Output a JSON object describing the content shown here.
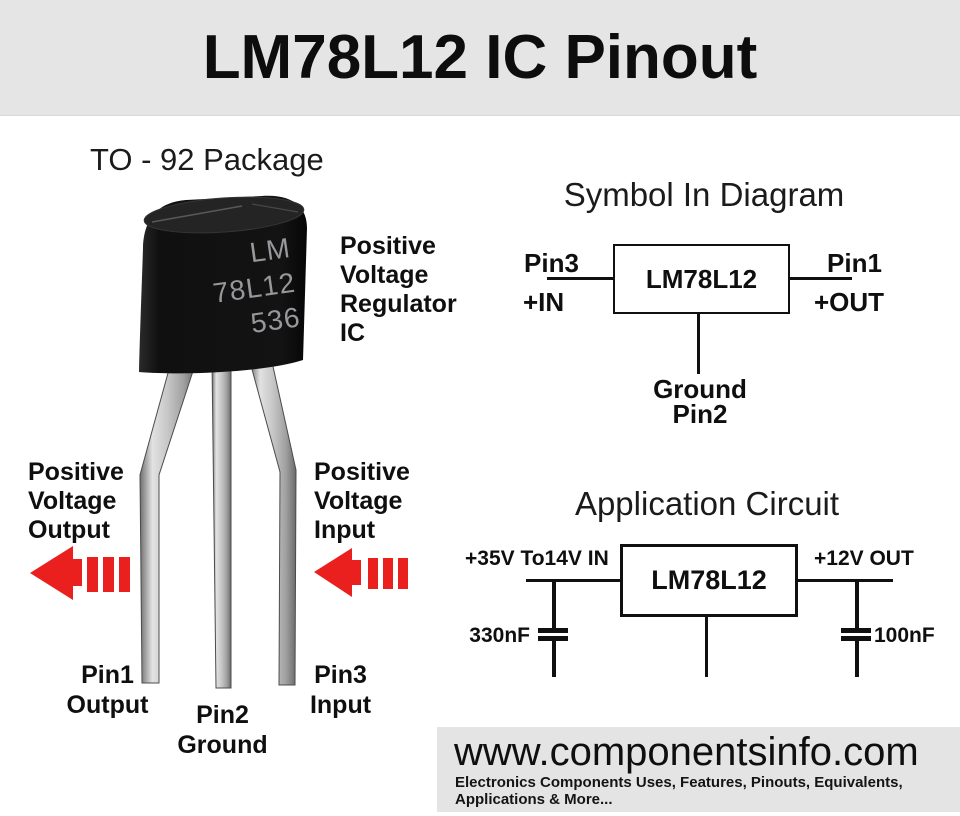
{
  "page": {
    "title": "LM78L12 IC Pinout"
  },
  "package_section": {
    "heading": "TO - 92 Package",
    "chip_marking_lines": [
      "LM",
      "78L12",
      "536"
    ],
    "description_lines": [
      "Positive",
      "Voltage",
      "Regulator",
      "IC"
    ],
    "left_callout_lines": [
      "Positive",
      "Voltage",
      "Output"
    ],
    "right_callout_lines": [
      "Positive",
      "Voltage",
      "Input"
    ],
    "pins": [
      {
        "name": "Pin1",
        "function": "Output"
      },
      {
        "name": "Pin2",
        "function": "Ground"
      },
      {
        "name": "Pin3",
        "function": "Input"
      }
    ]
  },
  "symbol_diagram": {
    "heading": "Symbol In Diagram",
    "ic_label": "LM78L12",
    "left_pin": {
      "line1": "Pin3",
      "line2": "+IN"
    },
    "right_pin": {
      "line1": "Pin1",
      "line2": "+OUT"
    },
    "bottom_pin": {
      "line1": "Ground",
      "line2": "Pin2"
    }
  },
  "application_circuit": {
    "heading": "Application Circuit",
    "ic_label": "LM78L12",
    "input_label": "+35V To14V IN",
    "output_label": "+12V OUT",
    "input_capacitor": "330nF",
    "output_capacitor": "100nF"
  },
  "footer": {
    "website": "www.componentsinfo.com",
    "tagline_line1": "Electronics Components Uses, Features, Pinouts, Equivalents,",
    "tagline_line2": "Applications & More..."
  },
  "icons": {
    "left_arrow": "red-dashed-arrow-left",
    "right_arrow": "red-dashed-arrow-left"
  },
  "colors": {
    "arrow_red": "#e9201d",
    "banner_gray": "#e5e5e5",
    "footer_gray": "#e4e4e4",
    "chip_body_black": "#141414",
    "chip_text_gray": "#97979c",
    "line_black": "#101010"
  }
}
